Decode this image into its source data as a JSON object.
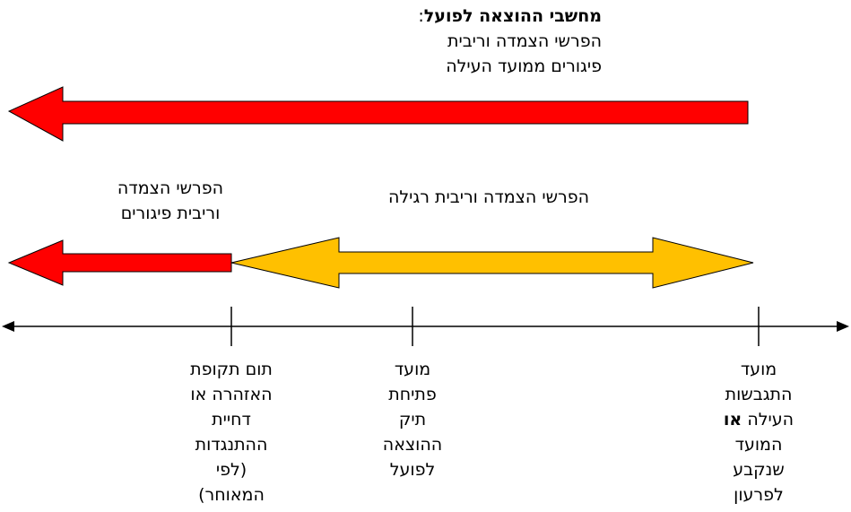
{
  "top_label": {
    "title": "מחשבי ההוצאה לפועל",
    "colon": ":",
    "lines": [
      "הפרשי הצמדה וריבית",
      "פיגורים ממועד העילה"
    ]
  },
  "left_label": {
    "lines": [
      "הפרשי הצמדה",
      "וריבית פיגורים"
    ]
  },
  "middle_label": {
    "text": "הפרשי הצמדה וריבית רגילה"
  },
  "tick_labels": {
    "left": [
      "תום תקופת",
      "האזהרה או",
      "דחיית",
      "ההתנגדות",
      "(לפי",
      "המאוחר)"
    ],
    "middle": [
      "מועד",
      "פתיחת",
      "תיק",
      "ההוצאה",
      "לפועל"
    ],
    "right": {
      "line1": "מועד",
      "line2": "התגבשות",
      "line3_text": "העילה",
      "line3_bold": "או",
      "line4": "המועד",
      "line5": "שנקבע",
      "line6": "לפרעון"
    }
  },
  "colors": {
    "red_arrow": "#ff0000",
    "yellow_arrow": "#ffc000",
    "outline": "#000000"
  }
}
